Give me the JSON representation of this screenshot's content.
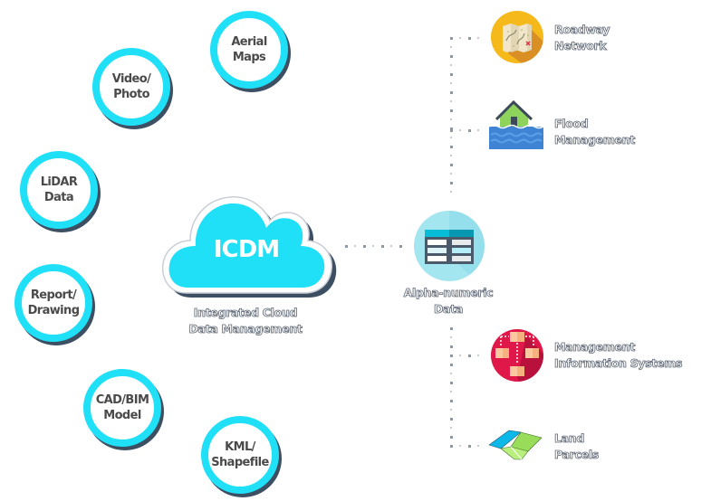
{
  "diagram": {
    "hub": {
      "title": "ICDM",
      "subtitle": "Integrated Cloud\nData Management",
      "color": "#20e0f8"
    },
    "sources": [
      {
        "id": "aerial-maps",
        "label": "Aerial\nMaps"
      },
      {
        "id": "video-photo",
        "label": "Video/\nPhoto"
      },
      {
        "id": "lidar-data",
        "label": "LiDAR\nData"
      },
      {
        "id": "report-drawing",
        "label": "Report/\nDrawing"
      },
      {
        "id": "cad-bim-model",
        "label": "CAD/BIM\nModel"
      },
      {
        "id": "kml-shapefile",
        "label": "KML/\nShapefile"
      }
    ],
    "connector": {
      "label": "Alpha-numeric\nData",
      "icon": "table-icon"
    },
    "outputs": [
      {
        "id": "roadway-network",
        "label": "Roadway\nNetwork",
        "icon": "map-icon",
        "color": "#f5b91c"
      },
      {
        "id": "flood-management",
        "label": "Flood\nManagement",
        "icon": "flooded-house-icon",
        "color": "#3f83d4"
      },
      {
        "id": "management-information-systems",
        "label": "Management\nInformation Systems",
        "icon": "flowchart-icon",
        "color": "#e0184a"
      },
      {
        "id": "land-parcels",
        "label": "Land\nParcels",
        "icon": "land-parcel-icon",
        "color": "#0cb8e8"
      }
    ]
  }
}
